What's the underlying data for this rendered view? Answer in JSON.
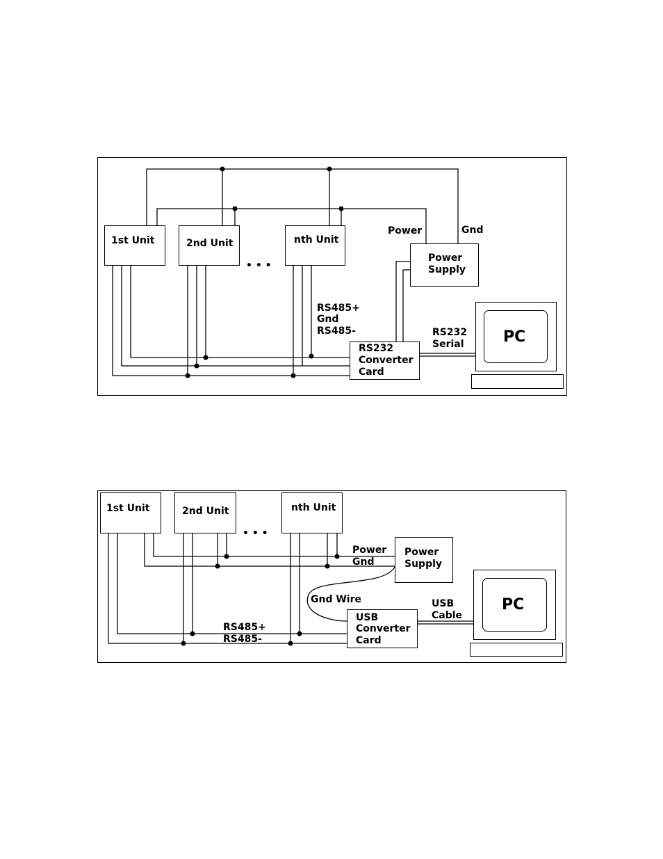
{
  "diagram1": {
    "units": [
      "1st Unit",
      "2nd Unit",
      "nth Unit"
    ],
    "ellipsis": "• • •",
    "power_label": "Power",
    "gnd_label": "Gnd",
    "power_supply": [
      "Power",
      "Supply"
    ],
    "bus_labels": [
      "RS485+",
      "Gnd",
      "RS485-"
    ],
    "converter": [
      "RS232",
      "Converter",
      "Card"
    ],
    "link_labels": [
      "RS232",
      "Serial"
    ],
    "pc_label": "PC"
  },
  "diagram2": {
    "units": [
      "1st Unit",
      "2nd Unit",
      "nth Unit"
    ],
    "ellipsis": "• • •",
    "power_label": "Power",
    "gnd_label": "Gnd",
    "power_supply": [
      "Power",
      "Supply"
    ],
    "gnd_wire_label": "Gnd Wire",
    "link_labels": [
      "USB",
      "Cable"
    ],
    "converter": [
      "USB",
      "Converter",
      "Card"
    ],
    "bus_labels": [
      "RS485+",
      "RS485-"
    ],
    "pc_label": "PC"
  }
}
